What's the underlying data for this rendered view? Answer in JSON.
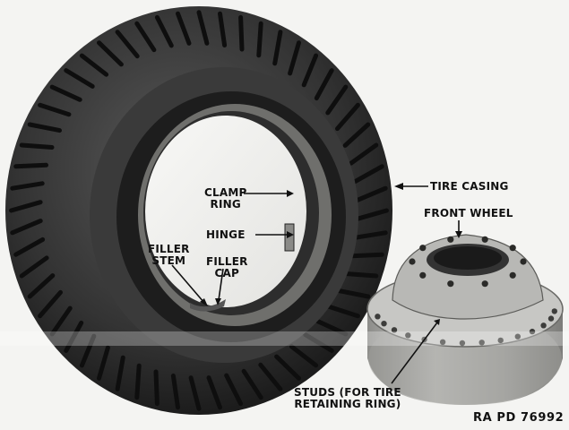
{
  "labels": {
    "clamp_ring_1": "CLAMP",
    "clamp_ring_2": "RING",
    "hinge": "HINGE",
    "filler_stem_1": "FILLER",
    "filler_stem_2": "STEM",
    "filler_cap_1": "FILLER",
    "filler_cap_2": "CAP",
    "tire_casing": "TIRE CASING",
    "front_wheel": "FRONT WHEEL",
    "studs_1": "STUDS (FOR TIRE",
    "studs_2": "RETAINING RING)"
  },
  "reference": "RA PD 76992",
  "colors": {
    "background": "#f4f4f2",
    "tire": "#2b2b2b",
    "wheel": "#b9b9b6",
    "ink": "#111111"
  }
}
